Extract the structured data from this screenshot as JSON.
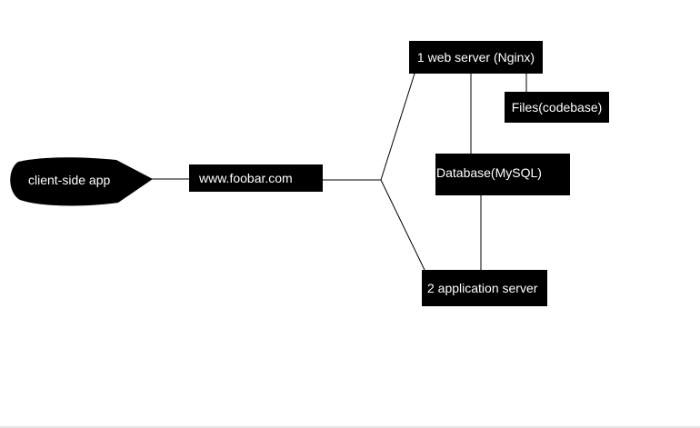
{
  "diagram": {
    "client": {
      "label": "client-side app"
    },
    "domain": {
      "label": "www.foobar.com"
    },
    "web_server": {
      "label": "1 web server (Nginx)"
    },
    "files": {
      "label": "Files(codebase)"
    },
    "database": {
      "label": "Database(MySQL)"
    },
    "app_server": {
      "label": "2 application server"
    }
  }
}
